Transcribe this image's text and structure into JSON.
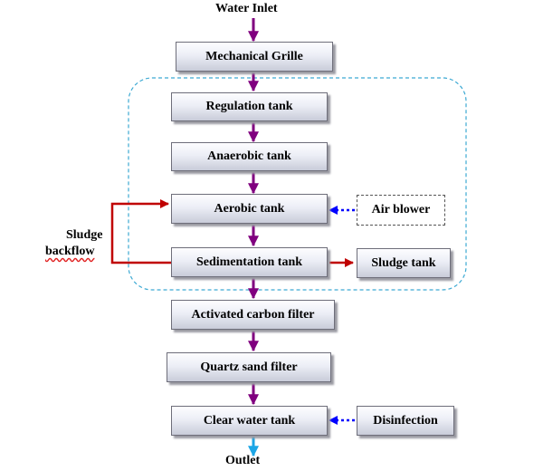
{
  "labels": {
    "inlet": "Water Inlet",
    "outlet": "Outlet",
    "sludge_backflow_line1": "Sludge",
    "sludge_backflow_line2": "backflow"
  },
  "process_boxes": {
    "mechanical_grille": "Mechanical Grille",
    "regulation_tank": "Regulation tank",
    "anaerobic_tank": "Anaerobic tank",
    "aerobic_tank": "Aerobic tank",
    "sedimentation_tank": "Sedimentation tank",
    "activated_carbon_filter": "Activated carbon filter",
    "quartz_sand_filter": "Quartz sand filter",
    "clear_water_tank": "Clear water tank"
  },
  "side_boxes": {
    "air_blower": "Air blower",
    "sludge_tank": "Sludge tank",
    "disinfection": "Disinfection"
  },
  "colors": {
    "flow_arrow": "#80007f",
    "sludge_arrow": "#c00000",
    "feed_arrow": "#0000ff",
    "outlet_arrow": "#1ca6e6",
    "group_border": "#3ca9d3"
  }
}
